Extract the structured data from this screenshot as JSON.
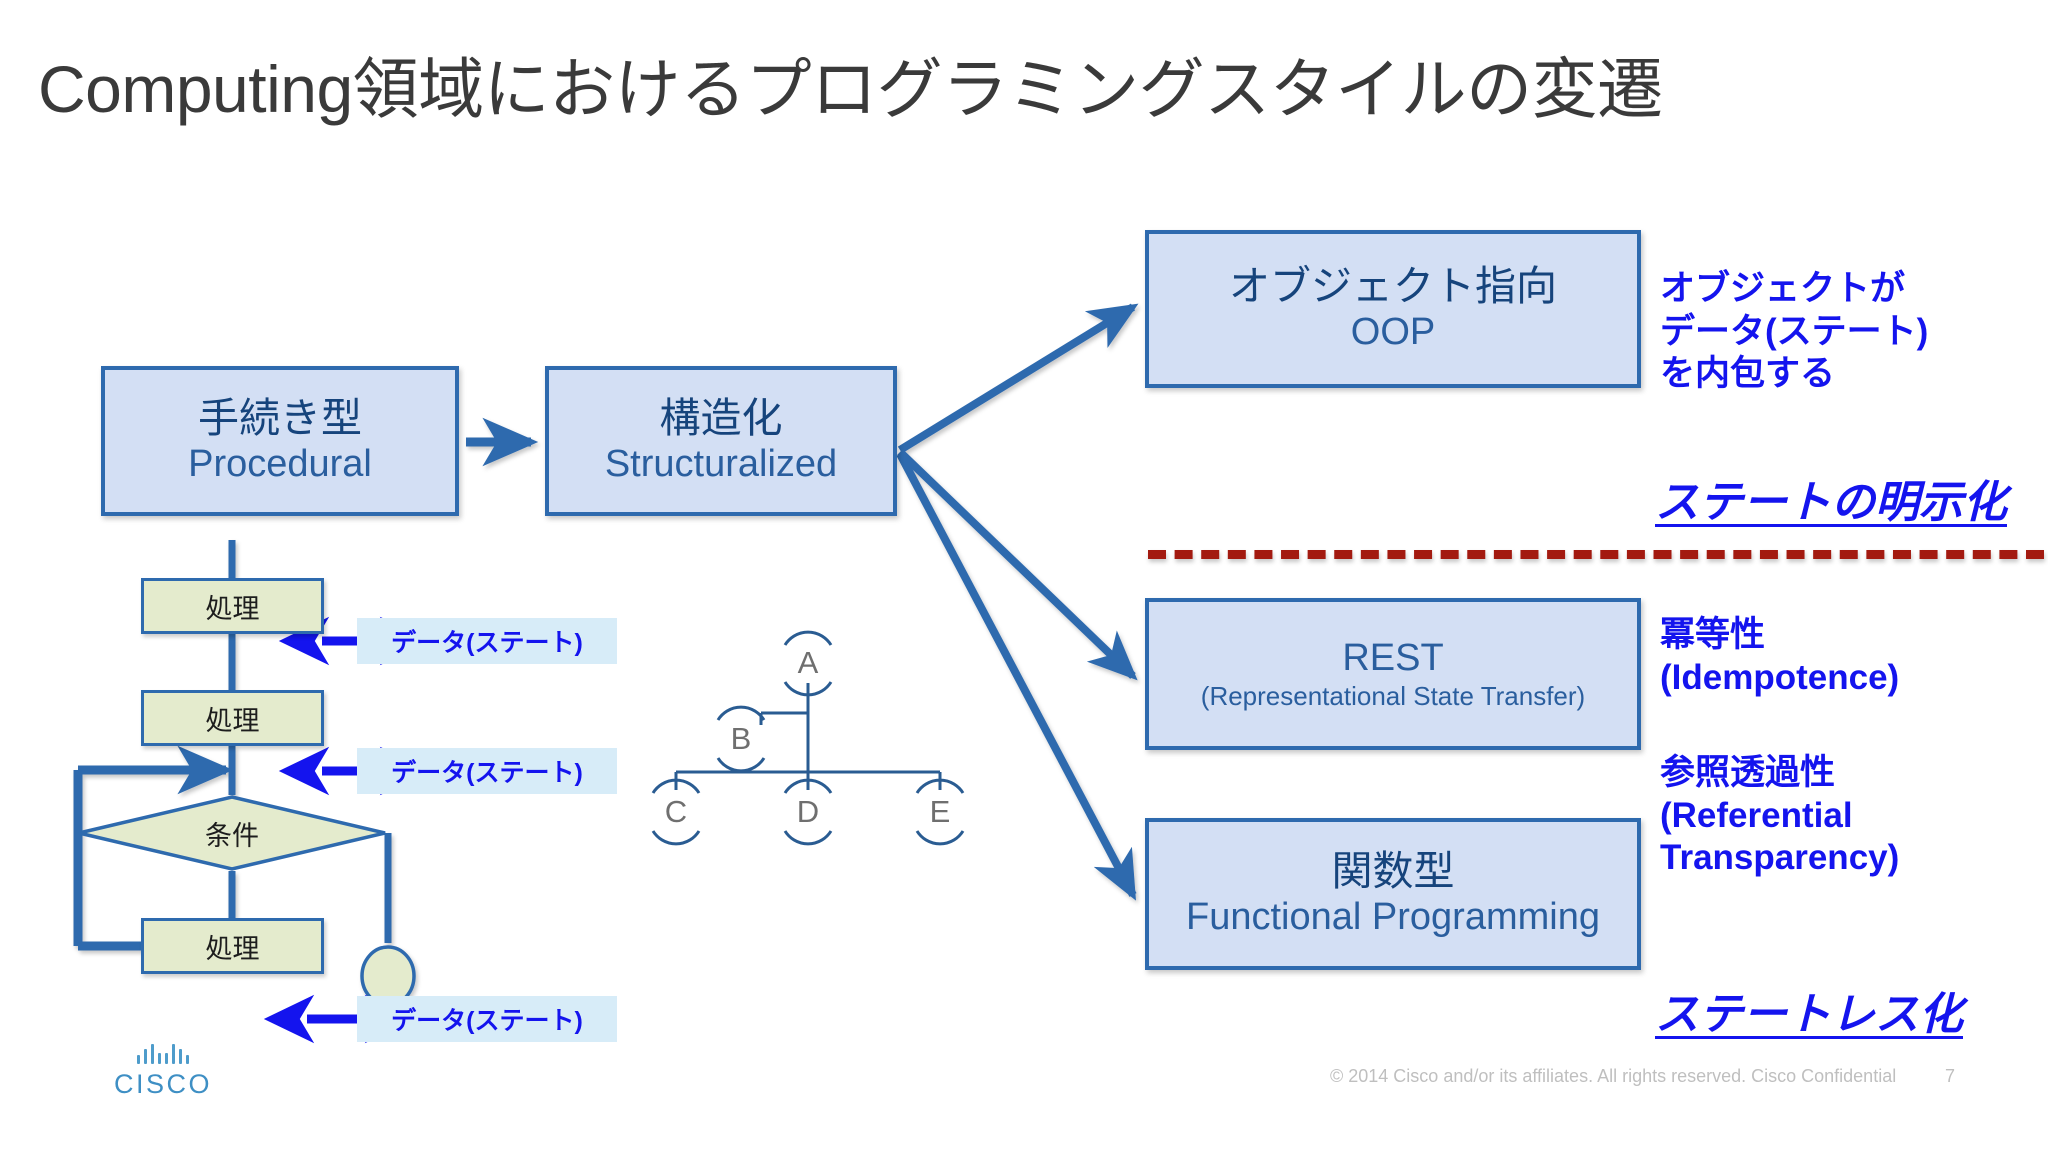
{
  "slide": {
    "title": "Computing領域におけるプログラミングスタイルの変遷",
    "page_number": "7",
    "footer": "© 2014  Cisco and/or its affiliates. All rights reserved.   Cisco Confidential",
    "logo_word": "CISCO"
  },
  "colors": {
    "box_fill": "#D3DFF4",
    "box_border": "#2E6AAE",
    "box_text": "#1F4E87",
    "flow_fill": "#E4EBCD",
    "flow_border": "#2E6AAE",
    "chip_fill": "#D7ECF8",
    "annotation_blue": "#1414EE",
    "divider_red": "#A31A10",
    "arrow_blue": "#2E6AAE",
    "tree_gray": "#6F6F6F",
    "title_gray": "#3A3A3A",
    "footer_gray": "#BFBFBF"
  },
  "flow": {
    "procedural": {
      "jp": "手続き型",
      "en": "Procedural"
    },
    "structuralized": {
      "jp": "構造化",
      "en": "Structuralized"
    },
    "oop": {
      "jp": "オブジェクト指向",
      "en": "OOP"
    },
    "rest": {
      "jp": "REST",
      "en": "(Representational State Transfer)"
    },
    "functional": {
      "jp": "関数型",
      "en": "Functional Programming"
    }
  },
  "annotations": {
    "oop_note": "オブジェクトが\nデータ(ステート)\nを内包する",
    "explicit_state": "ステートの明示化",
    "idempotence": "冪等性\n(Idempotence)",
    "referential": "参照透過性\n(Referential\nTransparency)",
    "stateless": "ステートレス化"
  },
  "flowchart": {
    "process_label": "処理",
    "condition_label": "条件",
    "processes": [
      "処理",
      "処理",
      "処理"
    ],
    "data_chips": [
      "データ(ステート)",
      "データ(ステート)",
      "データ(ステート)"
    ]
  },
  "tree": {
    "nodes": [
      "A",
      "B",
      "C",
      "D",
      "E"
    ]
  }
}
